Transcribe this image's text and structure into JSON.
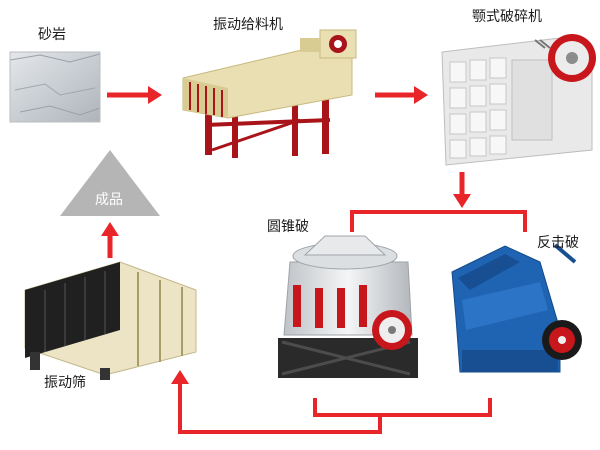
{
  "nodes": {
    "sandstone": {
      "label": "砂岩"
    },
    "vibrating_feeder": {
      "label": "振动给料机"
    },
    "jaw_crusher": {
      "label": "颚式破碎机"
    },
    "cone_crusher": {
      "label": "圆锥破"
    },
    "impact_crusher": {
      "label": "反击破"
    },
    "vibrating_screen": {
      "label": "振动筛"
    },
    "product": {
      "label": "成品"
    }
  },
  "colors": {
    "arrow": "#e8262a",
    "triangle": "#b5b5b5",
    "feeder_body": "#e9dfb3",
    "feeder_frame": "#a8141a",
    "jaw_body": "#e9e9e9",
    "jaw_wheel": "#c8161d",
    "impact_body": "#1f63b3",
    "screen_body": "#ece4c4",
    "screen_panel": "#202020",
    "cone_base": "#2a2a2a"
  }
}
